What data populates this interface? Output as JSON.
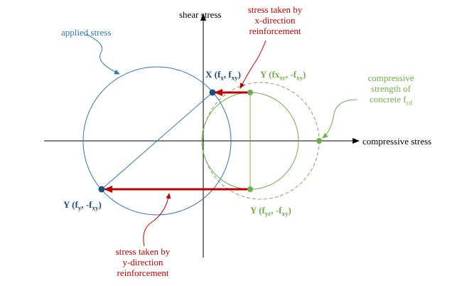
{
  "axes": {
    "y_label": "shear stress",
    "x_label": "compressive stress"
  },
  "annotations": {
    "applied_stress": "applied stress",
    "x_reinf": [
      "stress taken by",
      "x-direction",
      "reinforcement"
    ],
    "y_reinf": [
      "stress taken by",
      "y-direction",
      "reinforcement"
    ],
    "compressive": [
      "compressive",
      "strength of",
      "concrete f"
    ],
    "compressive_sub": "cd"
  },
  "points": {
    "x_point": {
      "prefix": "X (f",
      "s1": "x",
      "mid": ", f",
      "s2": "xy",
      "suffix": ")"
    },
    "y_point_applied": {
      "prefix": "Y (f",
      "s1": "y",
      "mid": ", -f",
      "s2": "xy",
      "suffix": ")"
    },
    "y_point_top_green": {
      "prefix": "Y (f",
      "mid1": "x",
      "s1": "xr",
      "mid": ", -f",
      "s2": "xy",
      "suffix": ")"
    },
    "y_point_bottom_green": {
      "prefix": "Y (f",
      "s1": "yr",
      "mid": ", -f",
      "s2": "xy",
      "suffix": ")"
    }
  },
  "colors": {
    "blue": "#2e75b6",
    "dark_blue": "#1f4e79",
    "green": "#70ad47",
    "red": "#c00000"
  }
}
